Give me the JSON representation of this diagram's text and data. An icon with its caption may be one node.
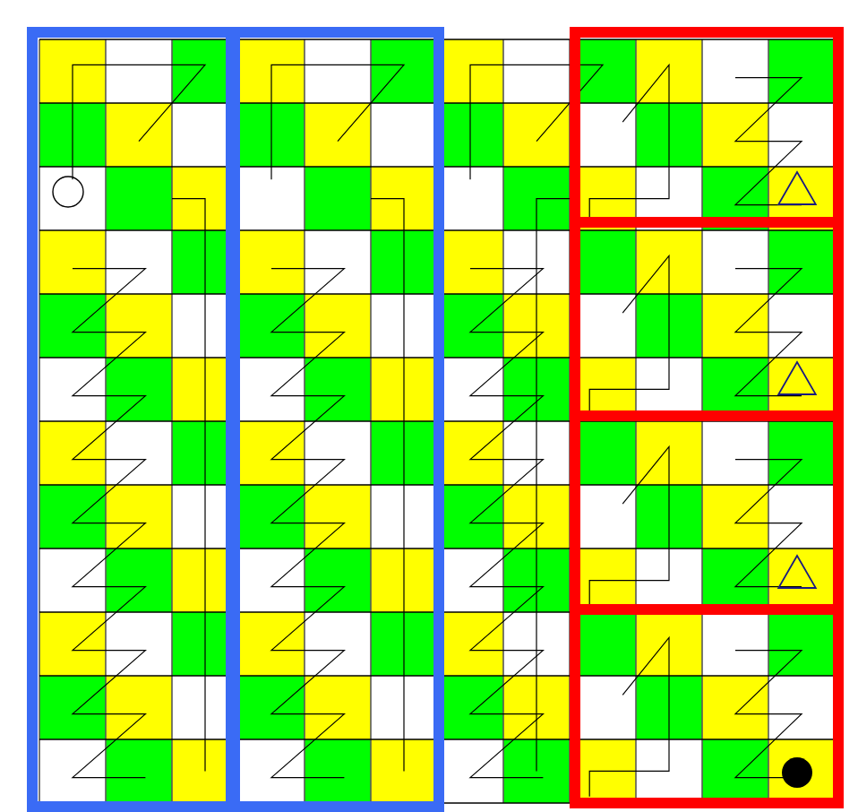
{
  "diagram": {
    "nodes": [
      {
        "text": [],
        "shape": "box"
      },
      {
        "text": [],
        "shape": "box"
      },
      {
        "text": [],
        "shape": "box"
      },
      {
        "text": [],
        "shape": "box"
      },
      {
        "text": [],
        "shape": "box"
      },
      {
        "text": [],
        "shape": "box"
      },
      {
        "text": [],
        "shape": "circle",
        "in": 0
      },
      {
        "text": [],
        "shape": "triangle",
        "in": 2
      },
      {
        "text": [],
        "shape": "triangle",
        "in": 3
      },
      {
        "text": [],
        "shape": "triangle",
        "in": 4
      },
      {
        "text": [],
        "shape": "dot",
        "in": 5
      }
    ]
  }
}
